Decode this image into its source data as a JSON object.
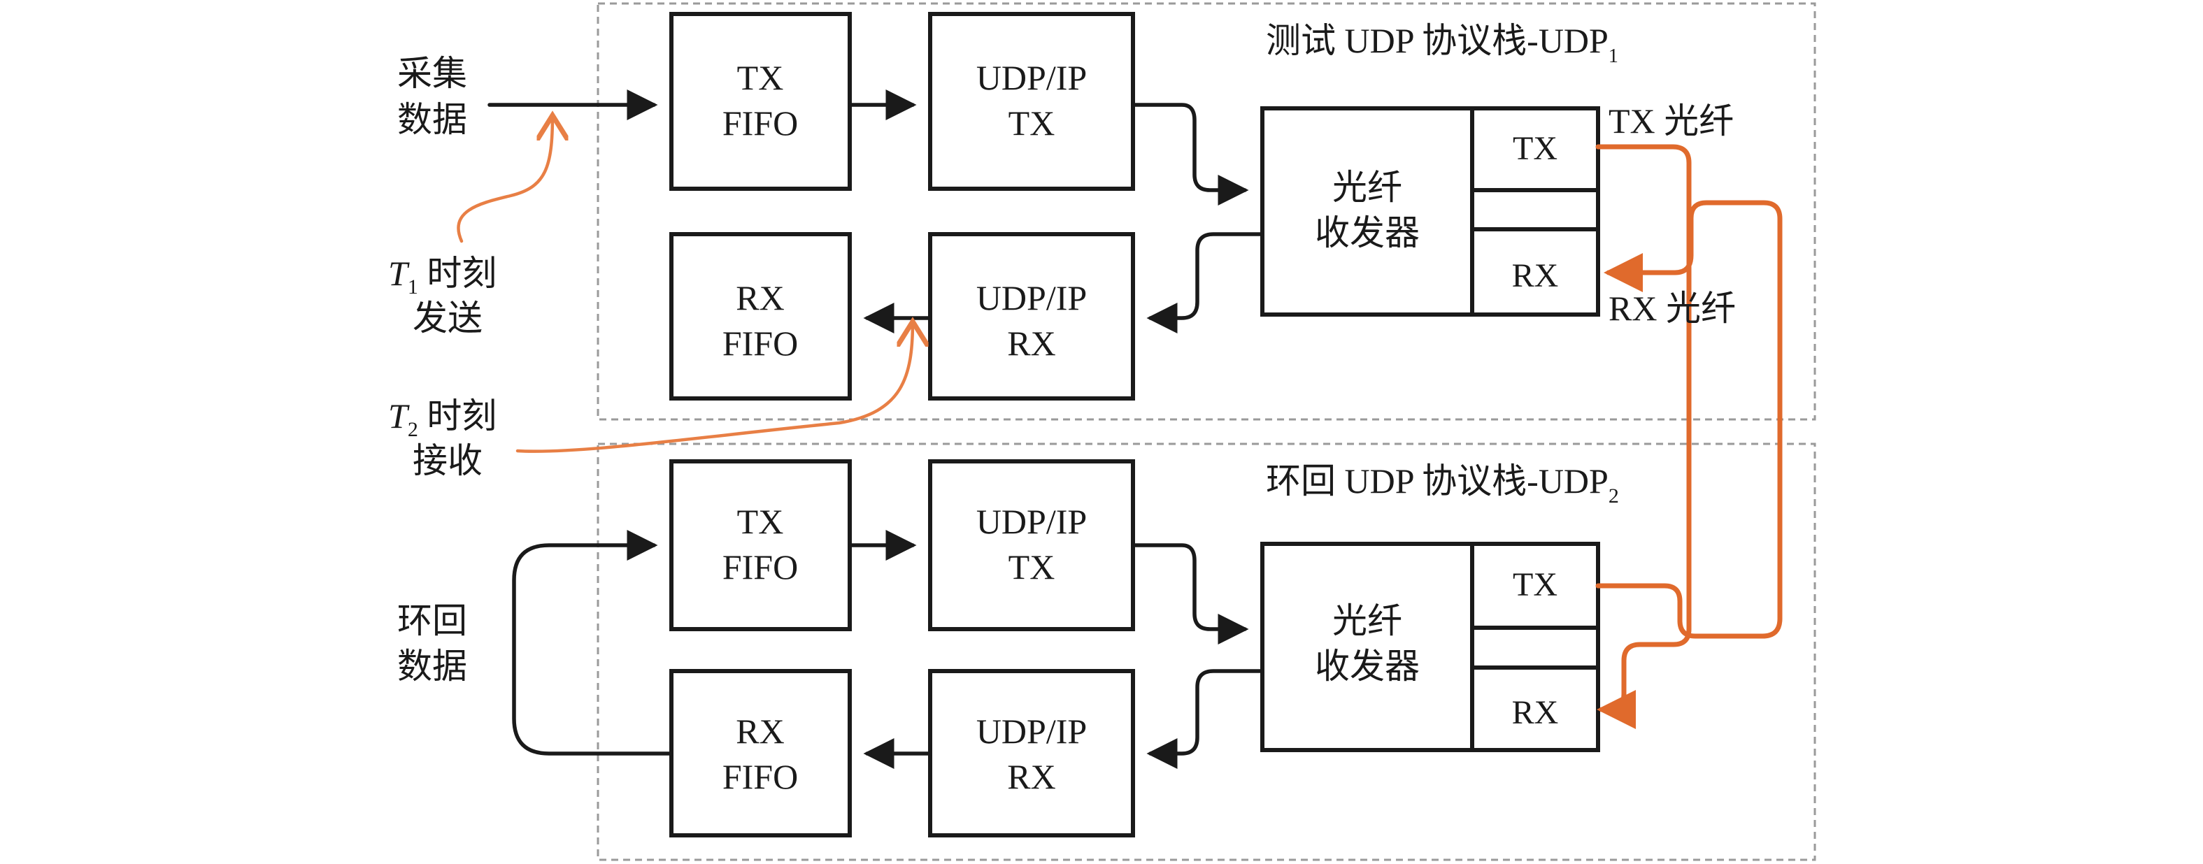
{
  "colors": {
    "line": "#1a1a1a",
    "fiber": "#e06a2c",
    "dashed_border": "#9a9a9a"
  },
  "upper": {
    "title_main": "测试 UDP 协议栈-UDP",
    "title_sub": "1",
    "tx_fifo": [
      "TX",
      "FIFO"
    ],
    "udp_tx": [
      "UDP/IP",
      "TX"
    ],
    "rx_fifo": [
      "RX",
      "FIFO"
    ],
    "udp_rx": [
      "UDP/IP",
      "RX"
    ],
    "transceiver": [
      "光纤",
      "收发器"
    ],
    "port_tx": "TX",
    "port_rx": "RX",
    "tx_fiber_label": "TX 光纤",
    "rx_fiber_label": "RX 光纤"
  },
  "lower": {
    "title_main": "环回 UDP 协议栈-UDP",
    "title_sub": "2",
    "tx_fifo": [
      "TX",
      "FIFO"
    ],
    "udp_tx": [
      "UDP/IP",
      "TX"
    ],
    "rx_fifo": [
      "RX",
      "FIFO"
    ],
    "udp_rx": [
      "UDP/IP",
      "RX"
    ],
    "transceiver": [
      "光纤",
      "收发器"
    ],
    "port_tx": "TX",
    "port_rx": "RX"
  },
  "left_labels": {
    "collect": [
      "采集",
      "数据"
    ],
    "t1_var": "T",
    "t1_sub": "1",
    "t1_rest": " 时刻",
    "t1_line2": "发送",
    "t2_var": "T",
    "t2_sub": "2",
    "t2_rest": " 时刻",
    "t2_line2": "接收",
    "loop": [
      "环回",
      "数据"
    ]
  }
}
